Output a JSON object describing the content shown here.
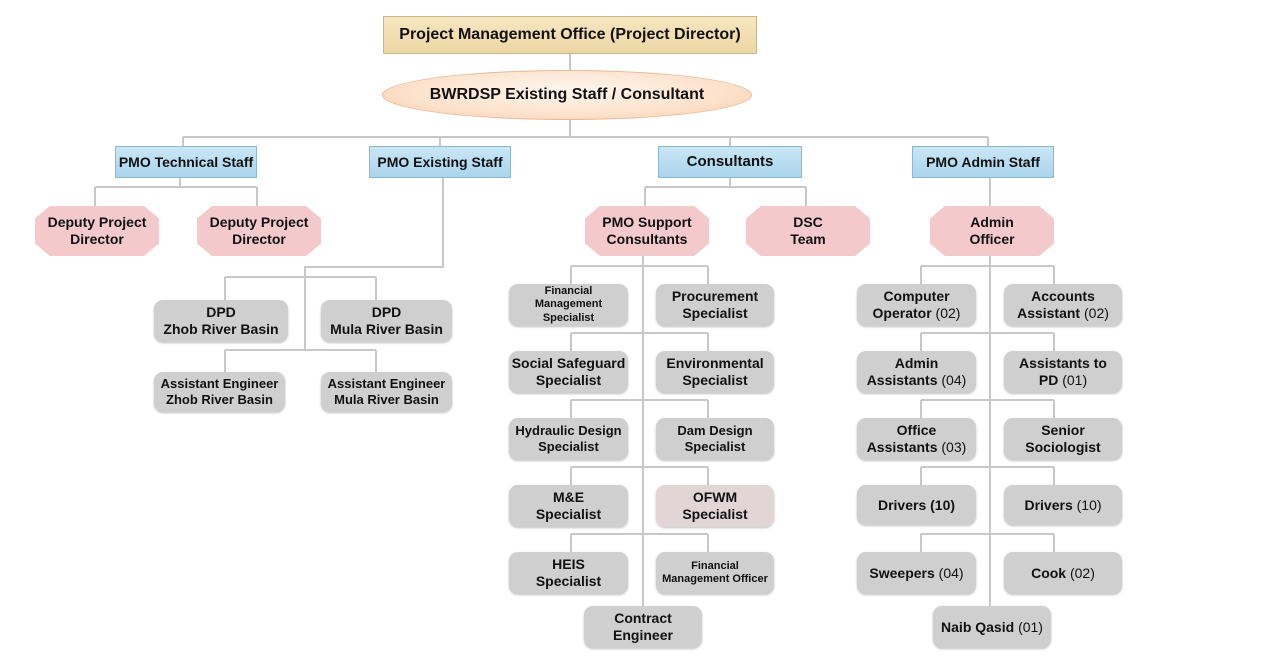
{
  "root": {
    "title": "Project Management Office (Project Director)"
  },
  "staff_ellipse": {
    "title": "BWRDSP Existing Staff / Consultant"
  },
  "divisions": {
    "technical": "PMO Technical Staff",
    "existing": "PMO Existing Staff",
    "consultants": "Consultants",
    "admin": "PMO Admin Staff"
  },
  "technical": {
    "dpd1": [
      "Deputy Project",
      "Director"
    ],
    "dpd2": [
      "Deputy Project",
      "Director"
    ]
  },
  "existing": {
    "dpd_zhob": [
      "DPD",
      "Zhob River Basin"
    ],
    "dpd_mula": [
      "DPD",
      "Mula River Basin"
    ],
    "ae_zhob": [
      "Assistant Engineer",
      "Zhob River Basin"
    ],
    "ae_mula": [
      "Assistant Engineer",
      "Mula River Basin"
    ]
  },
  "consultants": {
    "pmo_support": [
      "PMO Support",
      "Consultants"
    ],
    "dsc": [
      "DSC",
      "Team"
    ],
    "fin_mgmt_specialist": [
      "Financial",
      "Management",
      "Specialist"
    ],
    "procurement": [
      "Procurement",
      "Specialist"
    ],
    "social": [
      "Social Safeguard",
      "Specialist"
    ],
    "environmental": [
      "Environmental",
      "Specialist"
    ],
    "hydraulic": [
      "Hydraulic Design",
      "Specialist"
    ],
    "dam": [
      "Dam Design",
      "Specialist"
    ],
    "me": [
      "M&E",
      "Specialist"
    ],
    "ofwm": [
      "OFWM",
      "Specialist"
    ],
    "heis": [
      "HEIS",
      "Specialist"
    ],
    "fin_officer": [
      "Financial",
      "Management Officer"
    ],
    "contract": [
      "Contract",
      "Engineer"
    ]
  },
  "admin": {
    "officer": [
      "Admin",
      "Officer"
    ],
    "computer_operator": {
      "line1": "Computer",
      "line2": "Operator",
      "count": "(02)"
    },
    "accounts_assistant": {
      "line1": "Accounts",
      "line2": "Assistant",
      "count": "(02)"
    },
    "admin_assistants": {
      "line1": "Admin",
      "line2": "Assistants",
      "count": "(04)"
    },
    "assistants_pd": {
      "line1": "Assistants to",
      "line2": "PD",
      "count": "(01)"
    },
    "office_assistants": {
      "line1": "Office",
      "line2": "Assistants",
      "count": "(03)"
    },
    "senior_sociologist": [
      "Senior",
      "Sociologist"
    ],
    "drivers_left": {
      "label": "Drivers",
      "count": "(10)"
    },
    "drivers_right": {
      "label": "Drivers",
      "count": "(10)"
    },
    "sweepers": {
      "label": "Sweepers",
      "count": "(04)"
    },
    "cook": {
      "label": "Cook",
      "count": "(02)"
    },
    "naib_qasid": {
      "label": "Naib Qasid",
      "count": "(01)"
    }
  },
  "colors": {
    "top_box": "#ecd6a4",
    "ellipse": "#fde2cc",
    "division_blue": "#a9d4ec",
    "pink_octagon": "#f3c9cb",
    "grey_box": "#cfcfcf",
    "connector": "#c8c8c8"
  }
}
